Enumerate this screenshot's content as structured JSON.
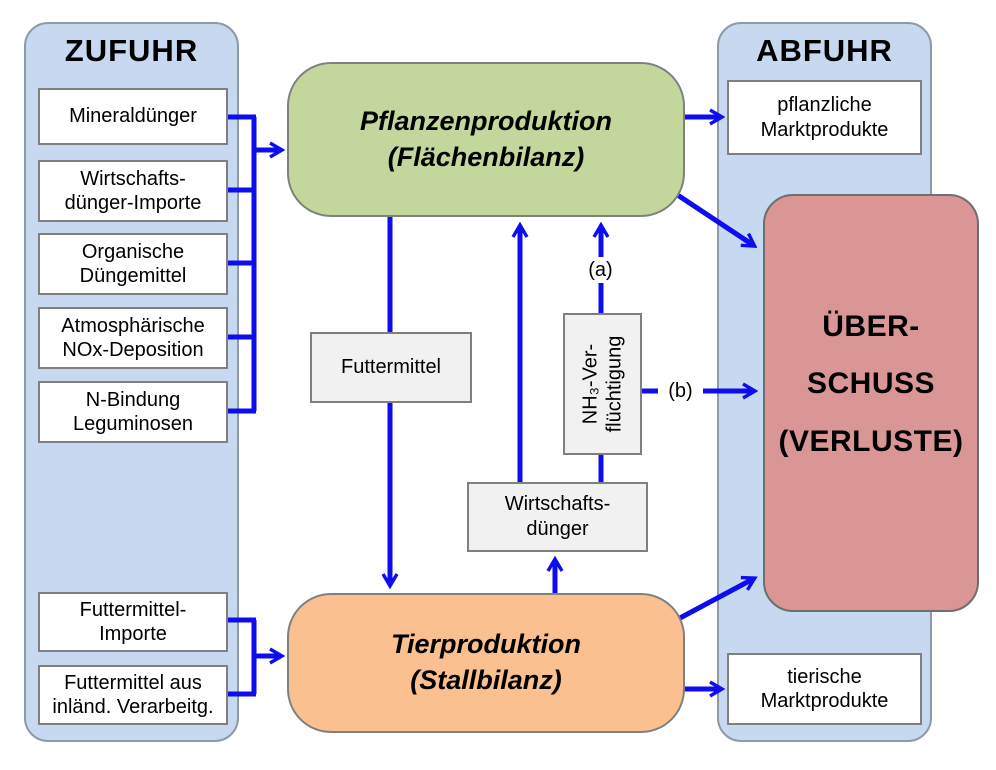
{
  "colors": {
    "panel-fill": "#c6d9f0",
    "panel-border": "#8f9aa8",
    "plant-fill": "#c3d69b",
    "animal-fill": "#fac090",
    "surplus-fill": "#d99694",
    "surplus-border": "#6e6e6e",
    "box-border": "#7f7f7f",
    "gray-fill": "#f1f1f1",
    "arrow": "#0d0df0",
    "text": "#000000"
  },
  "zufuhr": {
    "title": "ZUFUHR",
    "items": [
      {
        "label": "Mineraldünger"
      },
      {
        "label": "Wirtschafts-\ndünger-Importe"
      },
      {
        "label": "Organische\nDüngemittel"
      },
      {
        "label": "Atmosphärische\nNOx-Deposition"
      },
      {
        "label": "N-Bindung\nLeguminosen"
      },
      {
        "label": "Futtermittel-\nImporte"
      },
      {
        "label": "Futtermittel aus\ninländ. Verarbeitg."
      }
    ]
  },
  "abfuhr": {
    "title": "ABFUHR",
    "items": [
      {
        "label": "pflanzliche\nMarktprodukte"
      },
      {
        "label": "tierische\nMarktprodukte"
      }
    ]
  },
  "nodes": {
    "plant_production": {
      "label": "Pflanzenproduktion\n(Flächenbilanz)"
    },
    "animal_production": {
      "label": "Tierproduktion\n(Stallbilanz)"
    },
    "surplus": {
      "label": "ÜBER-\nSCHUSS\n(VERLUSTE)"
    },
    "feed": {
      "label": "Futtermittel"
    },
    "nh3_volatilization": {
      "label": "NH₃-Ver-\nflüchtigung"
    },
    "manure": {
      "label": "Wirtschafts-\ndünger"
    }
  },
  "flow_labels": {
    "a": "(a)",
    "b": "(b)"
  }
}
